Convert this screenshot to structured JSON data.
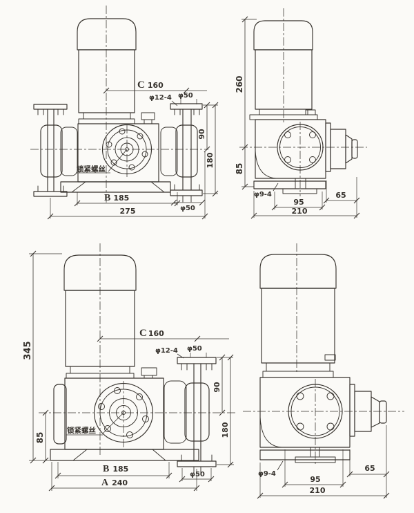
{
  "meta": {
    "drawing_type": "pump-dimension-drawing",
    "colors": {
      "paper": "#fbfaf7",
      "ink": "#36322d"
    }
  },
  "views": {
    "top_front": {
      "labels": {
        "c": {
          "letter": "C",
          "value": "160"
        },
        "bolt_holes": "φ12-4",
        "pipe_top": "φ50",
        "d90": "90",
        "d180": "180",
        "lock_screw": "锁紧螺丝",
        "b": {
          "letter": "B",
          "value": "185"
        },
        "overall_width": "275",
        "pipe_bottom": "φ50"
      }
    },
    "top_side": {
      "labels": {
        "motor_height": "260",
        "base_height": "85",
        "foot_holes": "φ9-4",
        "foot_span": "95",
        "base_width": "210",
        "head_offset": "65"
      }
    },
    "bottom_front": {
      "labels": {
        "overall_height": "345",
        "base_height": "85",
        "c": {
          "letter": "C",
          "value": "160"
        },
        "bolt_holes": "φ12-4",
        "pipe_top": "φ50",
        "d90": "90",
        "d180": "180",
        "lock_screw": "锁紧螺丝",
        "b": {
          "letter": "B",
          "value": "185"
        },
        "a": {
          "letter": "A",
          "value": "240"
        },
        "pipe_bottom": "φ50"
      }
    },
    "bottom_side": {
      "labels": {
        "foot_holes": "φ9-4",
        "foot_span": "95",
        "base_width": "210",
        "head_offset": "65"
      }
    }
  }
}
